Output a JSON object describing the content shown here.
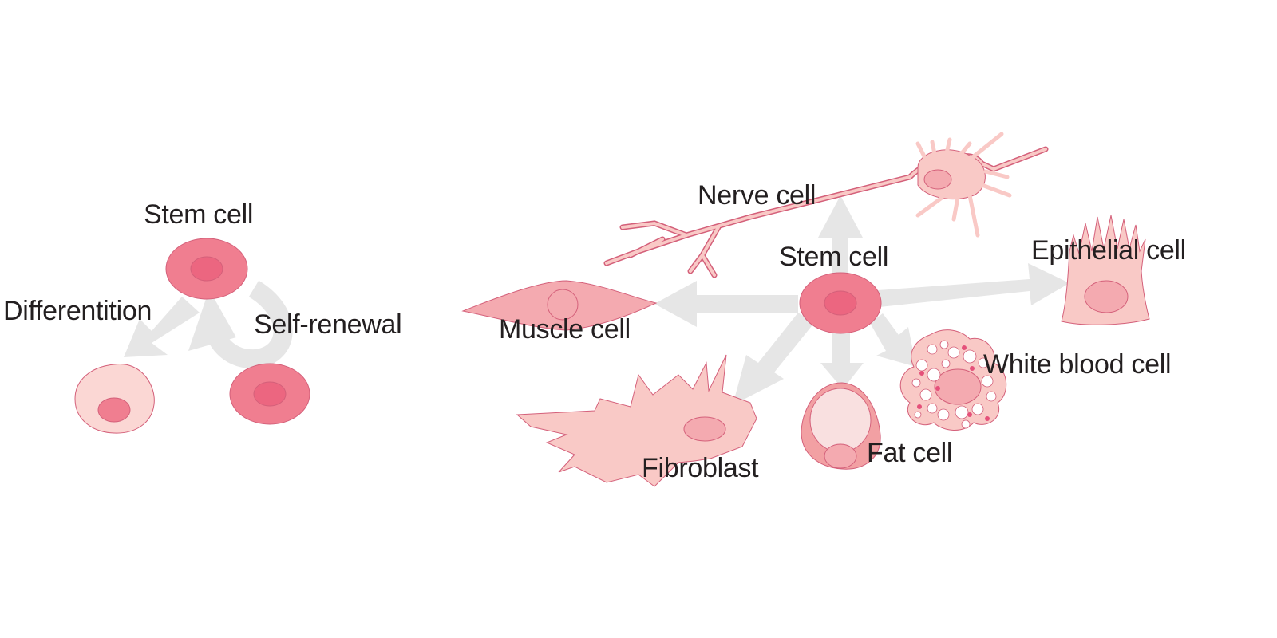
{
  "colors": {
    "stem_fill": "#f07e90",
    "stem_nucleus": "#ec6680",
    "outline": "#d4607a",
    "cell_light": "#f9c9c6",
    "cell_pale": "#fbd7d4",
    "nucleus_light": "#f4aab0",
    "arrow": "#e6e6e6",
    "text": "#231f20",
    "fat_outer": "#f2a0a3",
    "fat_vacuole": "#f9e0e0",
    "wbc_granule": "#e5507a"
  },
  "left_panel": {
    "title": "Stem cell",
    "differentiation_label": "Differentition",
    "self_renewal_label": "Self-renewal"
  },
  "right_panel": {
    "center_label": "Stem cell",
    "cell_types": {
      "nerve": "Nerve cell",
      "muscle": "Muscle cell",
      "epithelial": "Epithelial cell",
      "white_blood": "White blood cell",
      "fibroblast": "Fibroblast",
      "fat": "Fat cell"
    }
  }
}
